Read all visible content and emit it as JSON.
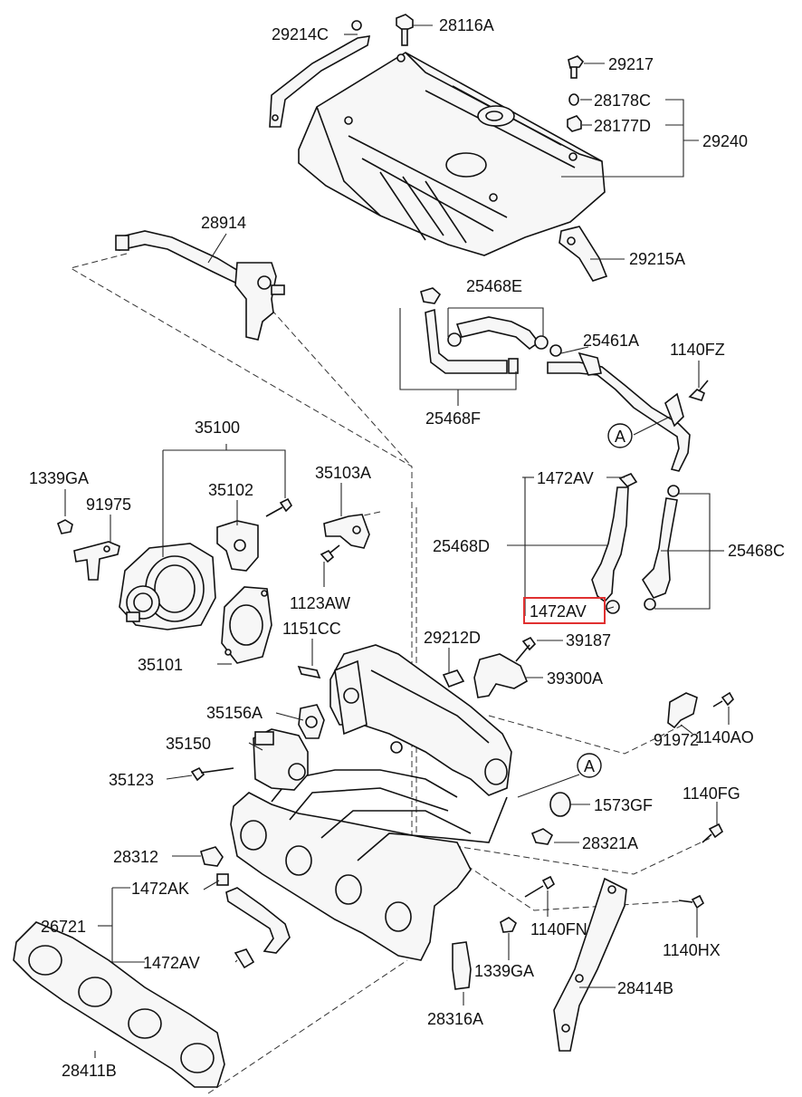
{
  "labels": {
    "p29214C": "29214C",
    "p28116A": "28116A",
    "p29217": "29217",
    "p28178C": "28178C",
    "p28177D": "28177D",
    "p29240": "29240",
    "p28914": "28914",
    "p29215A": "29215A",
    "p25468E": "25468E",
    "p25461A": "25461A",
    "p1140FZ": "1140FZ",
    "p25468F": "25468F",
    "pA1": "A",
    "p35100": "35100",
    "p1339GA_top": "1339GA",
    "p35102": "35102",
    "p35103A": "35103A",
    "p91975": "91975",
    "p1472AV_top": "1472AV",
    "p25468D": "25468D",
    "p25468C": "25468C",
    "p1123AW": "1123AW",
    "p1472AV_hl": "1472AV",
    "p1151CC": "1151CC",
    "p35101": "35101",
    "p29212D": "29212D",
    "p39187": "39187",
    "p39300A": "39300A",
    "p35156A": "35156A",
    "p35150": "35150",
    "p91972": "91972",
    "p1140AO": "1140AO",
    "p35123": "35123",
    "pA2": "A",
    "p1573GF": "1573GF",
    "p1140FG": "1140FG",
    "p28312": "28312",
    "p28321A": "28321A",
    "p1472AK": "1472AK",
    "p26721": "26721",
    "p1140FN": "1140FN",
    "p1140HX": "1140HX",
    "p1472AV_bot": "1472AV",
    "p1339GA_bot": "1339GA",
    "p28414B": "28414B",
    "p28316A": "28316A",
    "p28411B": "28411B"
  },
  "colors": {
    "highlight": "#e03030",
    "line": "#111111"
  }
}
